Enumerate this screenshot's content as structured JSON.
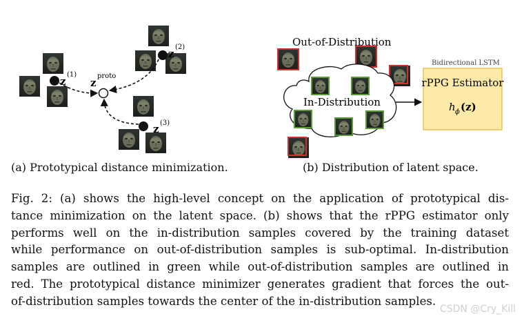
{
  "panel_a": {
    "labels": {
      "z1": "z",
      "z1_sup": "(1)",
      "z2": "z",
      "z2_sup": "(2)",
      "z3": "z",
      "z3_sup": "(3)",
      "zproto": "z",
      "zproto_sup": "proto"
    },
    "caption": "(a) Prototypical distance minimization."
  },
  "panel_b": {
    "ood_label": "Out-of-Distribution",
    "id_label": "In-Distribution",
    "lstm_label": "Bidirectional LSTM",
    "estimator_title": "rPPG Estimator",
    "estimator_func": "h",
    "estimator_sub": "ϕ",
    "estimator_arg": "(z)",
    "caption": "(b) Distribution of latent space.",
    "colors": {
      "ood_border": "#d32f2f",
      "id_border": "#5a9a3a",
      "estimator_fill": "#fde9a8",
      "estimator_border": "#e8c35a"
    }
  },
  "figure_caption": [
    "Fig. 2: (a) shows the high-level concept on the application of prototypical dis-",
    "tance minimization on the latent space. (b) shows that the rPPG estimator only",
    "performs well on the in-distribution samples covered by the training dataset",
    "while performance on out-of-distribution samples is sub-optimal. In-distribution",
    "samples are outlined in green while out-of-distribution samples are outlined in",
    "red. The prototypical distance minimizer generates gradient that forces the out-",
    "of-distribution samples towards the center of the in-distribution samples."
  ],
  "watermark": "CSDN @Cry_Kill"
}
